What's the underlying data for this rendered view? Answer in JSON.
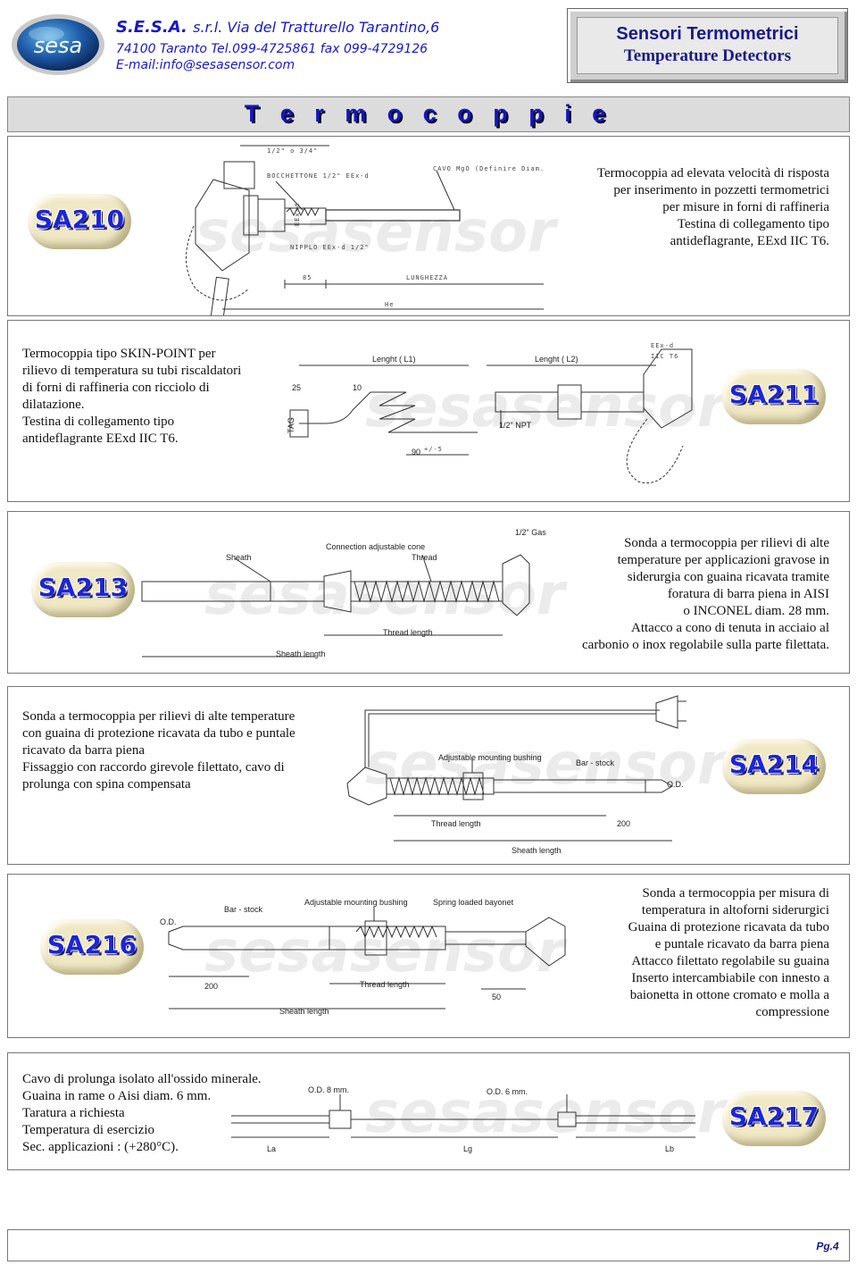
{
  "header": {
    "company": "S.E.S.A.",
    "company_suffix": "s.r.l. Via del Tratturello Tarantino,6",
    "address_line": "74100 Taranto Tel.099-4725861 fax 099-4729126",
    "email_line": "E-mail:info@sesasensor.com",
    "logo_text": "sesa",
    "title_it": "Sensori Termometrici",
    "title_en": "Temperature Detectors"
  },
  "section_title": "T e r m o c o p p i e",
  "watermark": "sesasensor",
  "products": [
    {
      "code": "SA210",
      "description": [
        "Termocoppia ad elevata velocità di risposta",
        "per inserimento in pozzetti termometrici",
        "per misure in forni di raffineria",
        "Testina di collegamento tipo",
        "antideflagrante, EExd IIC T6."
      ],
      "labels": {
        "top": "1/2\" o 3/4\"",
        "bocchettone": "BOCCHETTONE 1/2\" EEx-d",
        "cavo": "CAVO MgO (Definire Diam.)",
        "nipplo": "NIPPLO EEx-d 1/2\"",
        "dim": "85",
        "lunghezza": "LUNGHEZZA",
        "he": "He",
        "exd": "EEx-d"
      }
    },
    {
      "code": "SA211",
      "description": [
        "Termocoppia tipo SKIN-POINT per",
        "rilievo di temperatura su tubi riscaldatori",
        "di forni di raffineria con ricciolo di",
        "dilatazione.",
        "Testina di collegamento tipo",
        "antideflagrante  EExd IIC T6."
      ],
      "labels": {
        "l1": "Lenght ( L1)",
        "l2": "Lenght ( L2)",
        "d25": "25",
        "d10": "10",
        "tag": "TAG",
        "npt": "1/2\" NPT",
        "ninety": "90",
        "tol": "+/-5",
        "head1": "EEx-d",
        "head2": "IIC T6"
      }
    },
    {
      "code": "SA213",
      "description": [
        "Sonda a termocoppia per rilievi di alte",
        "temperature per applicazioni gravose in",
        "siderurgia con guaina ricavata tramite",
        "foratura di barra piena in AISI",
        "o INCONEL diam. 28 mm.",
        "Attacco a cono di tenuta in acciaio al",
        "carbonio o inox regolabile sulla parte filettata."
      ],
      "labels": {
        "gas": "1/2\" Gas",
        "cone": "Connection adjustable cone",
        "sheath": "Sheath",
        "thread": "Thread",
        "thread_length": "Thread length",
        "sheath_length": "Sheath length"
      }
    },
    {
      "code": "SA214",
      "description": [
        "Sonda a termocoppia per rilievi di alte temperature",
        "con guaina di protezione ricavata da tubo e puntale",
        "ricavato da barra piena",
        "Fissaggio con raccordo girevole filettato, cavo di",
        "prolunga con spina compensata"
      ],
      "labels": {
        "bushing": "Adjustable mounting bushing",
        "barstock": "Bar - stock",
        "od": "O.D.",
        "thread_length": "Thread length",
        "d200": "200",
        "sheath_length": "Sheath length"
      }
    },
    {
      "code": "SA216",
      "description": [
        "Sonda a termocoppia per misura di",
        "temperatura in altoforni siderurgici",
        "Guaina di protezione ricavata da tubo",
        "e puntale ricavato da barra piena",
        "Attacco filettato regolabile su guaina",
        "Inserto intercambiabile con innesto a",
        "baionetta in ottone cromato e molla a",
        "compressione"
      ],
      "labels": {
        "od": "O.D.",
        "barstock": "Bar - stock",
        "bushing": "Adjustable mounting bushing",
        "bayonet": "Spring loaded bayonet",
        "d200": "200",
        "thread_length": "Thread length",
        "d50": "50",
        "sheath_length": "Sheath length"
      }
    },
    {
      "code": "SA217",
      "description": [
        "Cavo di prolunga isolato all'ossido minerale.",
        "Guaina in rame o Aisi diam. 6 mm.",
        "Taratura a richiesta",
        "Temperatura di esercizio",
        "Sec. applicazioni : (+280°C)."
      ],
      "labels": {
        "od8": "O.D.  8 mm.",
        "od6": "O.D.  6 mm.",
        "la": "La",
        "lg": "Lg",
        "lb": "Lb"
      }
    }
  ],
  "page_number": "Pg.4",
  "colors": {
    "header_blue": "#1818c8",
    "badge_blue": "#1d25d6",
    "badge_fill": "#f0e8c4"
  }
}
